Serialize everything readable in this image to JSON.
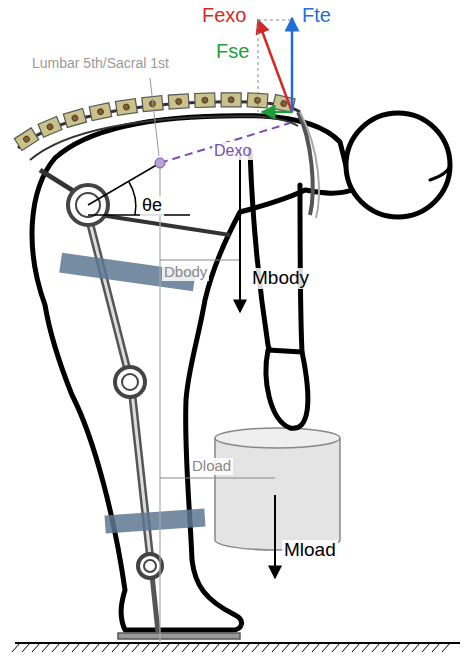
{
  "diagram": {
    "labels": [
      "Fexo",
      "Fte",
      "Lumbar 5th/Sacral 1st",
      "Fse",
      "Dexo",
      "θe",
      "Dbody",
      "Mbody",
      "Dload",
      "Mload"
    ]
  }
}
